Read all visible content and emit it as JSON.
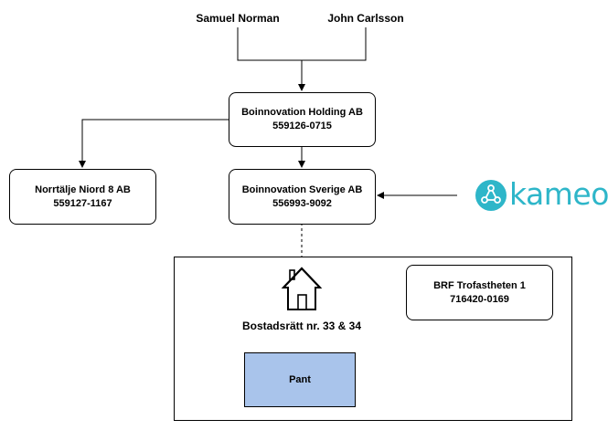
{
  "people": [
    "Samuel Norman",
    "John Carlsson"
  ],
  "holding": {
    "name": "Boinnovation Holding AB",
    "org": "559126-0715"
  },
  "norrtalje": {
    "name": "Norrtälje Niord 8 AB",
    "org": "559127-1167"
  },
  "sverige": {
    "name": "Boinnovation Sverige AB",
    "org": "556993-9092"
  },
  "brf": {
    "name": "BRF Trofastheten 1",
    "org": "716420-0169"
  },
  "property": {
    "label": "Bostadsrätt nr. 33 & 34"
  },
  "pant": {
    "label": "Pant"
  },
  "kameo": {
    "wordmark": "kameo",
    "color": "#2eb6c9"
  }
}
